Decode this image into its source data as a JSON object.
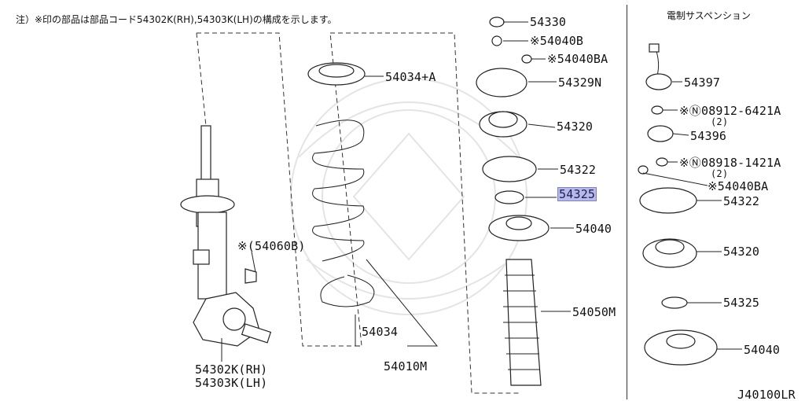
{
  "note": "注）※印の部品は部品コード54302K(RH),54303K(LH)の構成を示します。",
  "section_title": "電制サスペンション",
  "figure_id": "J40100LR",
  "colors": {
    "highlight": "#b7b9e6",
    "ink": "#222222"
  },
  "left_labels": {
    "p54060B": "※(54060B)",
    "strut_rh": "54302K(RH)",
    "strut_lh": "54303K(LH)",
    "p54034A": "54034+A",
    "p54034": "54034",
    "p54010M": "54010M"
  },
  "center_labels": {
    "p54330": "54330",
    "p54040B": "※54040B",
    "p54040BA": "※54040BA",
    "p54329N": "54329N",
    "p54320": "54320",
    "p54322": "54322",
    "p54325": "54325",
    "p54040": "54040",
    "p54050M": "54050M"
  },
  "right_labels": {
    "p54397": "54397",
    "p08912": "※Ⓝ08912-6421A",
    "p08912_qty": "(2)",
    "p54396": "54396",
    "p08918": "※Ⓝ08918-1421A",
    "p08918_qty": "(2)",
    "p54040BA": "※54040BA",
    "p54322": "54322",
    "p54320": "54320",
    "p54325": "54325",
    "p54040": "54040"
  }
}
